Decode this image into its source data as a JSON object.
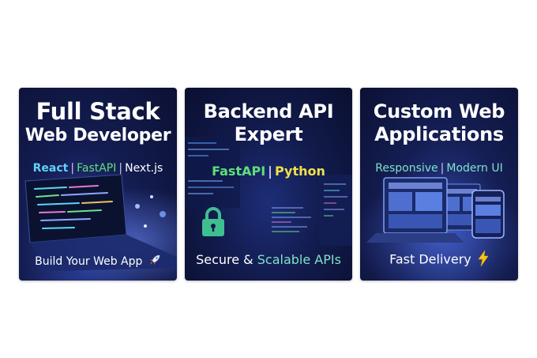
{
  "colors": {
    "card_bg": "#0f1744",
    "cyan": "#5fd3f5",
    "green": "#5ee07a",
    "yellow": "#f0e04a",
    "mint": "#7fe3c8",
    "lock": "#3fbf8f"
  },
  "cards": [
    {
      "title_line1": "Full Stack",
      "title_line2": "Web Developer",
      "tags": [
        "React",
        "FastAPI",
        "Next.js"
      ],
      "separator": "|",
      "footer": "Build Your Web App",
      "footer_icon": "rocket-icon"
    },
    {
      "title_line1": "Backend API",
      "title_line2": "Expert",
      "tags": [
        "FastAPI",
        "Python"
      ],
      "separator": "|",
      "footer_plain": "Secure &",
      "footer_highlight": "Scalable APIs",
      "icon": "lock-icon"
    },
    {
      "title_line1": "Custom Web",
      "title_line2": "Applications",
      "tags": [
        "Responsive",
        "Modern UI"
      ],
      "separator": "|",
      "footer": "Fast Delivery",
      "footer_icon": "lightning-icon"
    }
  ]
}
